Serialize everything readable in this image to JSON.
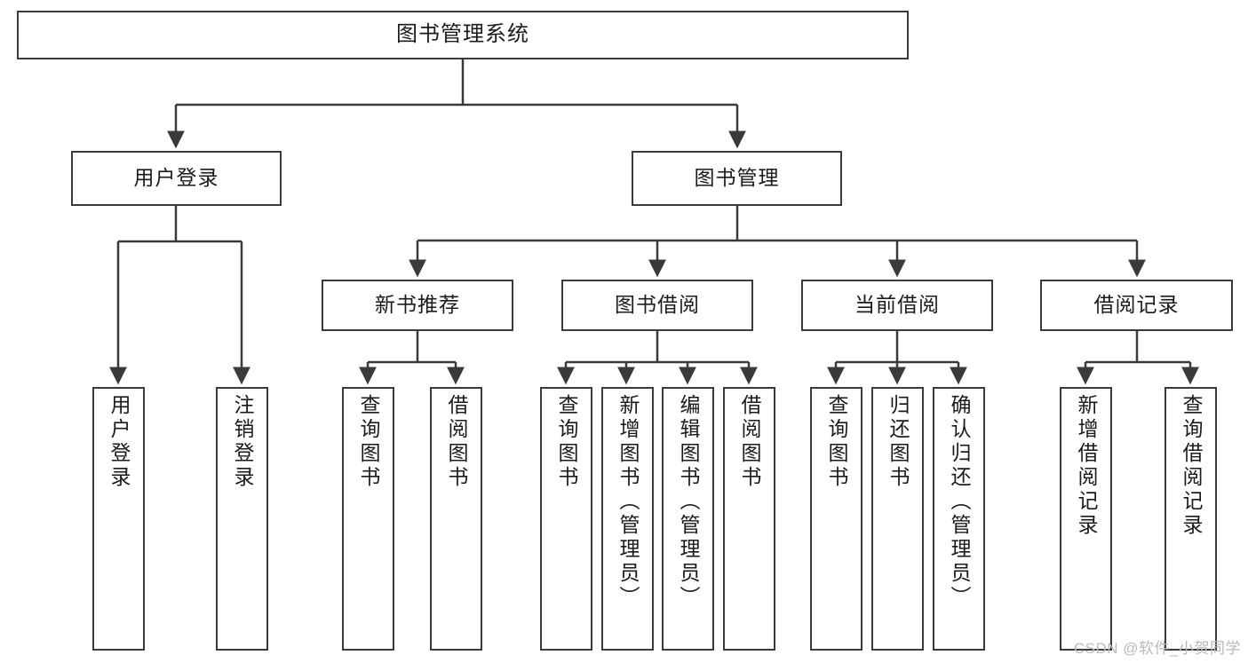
{
  "diagram": {
    "title": "图书管理系统",
    "type": "tree-hierarchy",
    "watermark": "CSDN @软件_小贺同学",
    "colors": {
      "background": "#ffffff",
      "box_border": "#3a3a3a",
      "box_fill": "#ffffff",
      "text": "#1b1b1b",
      "connector": "#3a3a3a",
      "watermark": "#b9b9b9"
    },
    "root": {
      "label": "图书管理系统"
    },
    "level2": [
      {
        "label": "用户登录"
      },
      {
        "label": "图书管理"
      }
    ],
    "level3": [
      {
        "label": "新书推荐"
      },
      {
        "label": "图书借阅"
      },
      {
        "label": "当前借阅"
      },
      {
        "label": "借阅记录"
      }
    ],
    "leaves": {
      "user_login": [
        {
          "label": "用户登录"
        },
        {
          "label": "注销登录"
        }
      ],
      "new_book_recommend": [
        {
          "label": "查询图书"
        },
        {
          "label": "借阅图书"
        }
      ],
      "book_borrow": [
        {
          "label": "查询图书"
        },
        {
          "label": "新增图书（管理员）"
        },
        {
          "label": "编辑图书（管理员）"
        },
        {
          "label": "借阅图书"
        }
      ],
      "current_borrow": [
        {
          "label": "查询图书"
        },
        {
          "label": "归还图书"
        },
        {
          "label": "确认归还（管理员）"
        }
      ],
      "borrow_record": [
        {
          "label": "新增借阅记录"
        },
        {
          "label": "查询借阅记录"
        }
      ]
    }
  }
}
